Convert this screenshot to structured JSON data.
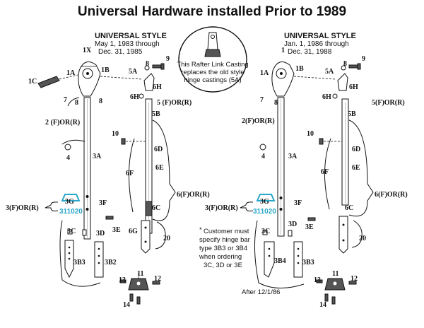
{
  "title": "Universal Hardware installed Prior to 1989",
  "left_style": {
    "heading": "UNIVERSAL STYLE",
    "line1": "May 1, 1983  through",
    "line2": "Dec.  31, 1985"
  },
  "right_style": {
    "heading": "UNIVERSAL STYLE",
    "line1": "Jan. 1, 1986  through",
    "line2": "Dec.  31, 1988"
  },
  "callout": {
    "line1": "This Rafter Link Casting",
    "line2": "replaces the old style",
    "line3": "hinge castings (5A)"
  },
  "note": {
    "line1": "Customer must",
    "line2": "specify hinge bar",
    "line3": "type 3B3 or 3B4",
    "line4": "when ordering",
    "line5": "3C, 3D or 3E"
  },
  "after_note": "After 12/1/86",
  "part_number": "311020",
  "left_labels": {
    "l1x": "1X",
    "l9": "9",
    "l8a": "8",
    "l1a": "1A",
    "l1b": "1B",
    "l5a": "5A",
    "l1c": "1C",
    "l6h1": "6H",
    "l6h2": "6H",
    "l7": "7",
    "l8b": "8",
    "l8c": "8",
    "l5": "5 (F)OR(R)",
    "l2": "2 (F)OR(R)",
    "l5b": "5B",
    "l10": "10",
    "l6d": "6D",
    "l4": "4",
    "l3a": "3A",
    "l6e": "6E",
    "l6f": "6F",
    "l6": "6(F)OR(R)",
    "l3g": "3G",
    "l3f": "3F",
    "l3": "3(F)OR(R)",
    "l6c": "6C",
    "l3c": "3C",
    "l3d": "3D",
    "l3e": "3E",
    "l6g": "6G",
    "l20": "20",
    "l3b3": "3B3",
    "l3b2": "3B2",
    "l11": "11",
    "l13": "13",
    "l12": "12",
    "l14": "14"
  },
  "right_labels": {
    "r1": "1",
    "r9": "9",
    "r8a": "8",
    "r1a": "1A",
    "r1b": "1B",
    "r5a": "5A",
    "r6h1": "6H",
    "r6h2": "6H",
    "r7": "7",
    "r8b": "8",
    "r5": "5(F)OR(R)",
    "r2": "2(F)OR(R)",
    "r5b": "5B",
    "r10": "10",
    "r6d": "6D",
    "r4": "4",
    "r3a": "3A",
    "r6e": "6E",
    "r6f": "6F",
    "r6": "6(F)OR(R)",
    "r3g": "3G",
    "r3f": "3F",
    "r3": "3(F)OR(R)",
    "r6c": "6C",
    "r3c": "3C",
    "r3d": "3D",
    "r3e": "3E",
    "r20": "20",
    "r3b4": "3B4",
    "r3b3": "3B3",
    "r11": "11",
    "r13": "13",
    "r12": "12",
    "r14": "14"
  },
  "colors": {
    "accent": "#2aa6c9"
  }
}
